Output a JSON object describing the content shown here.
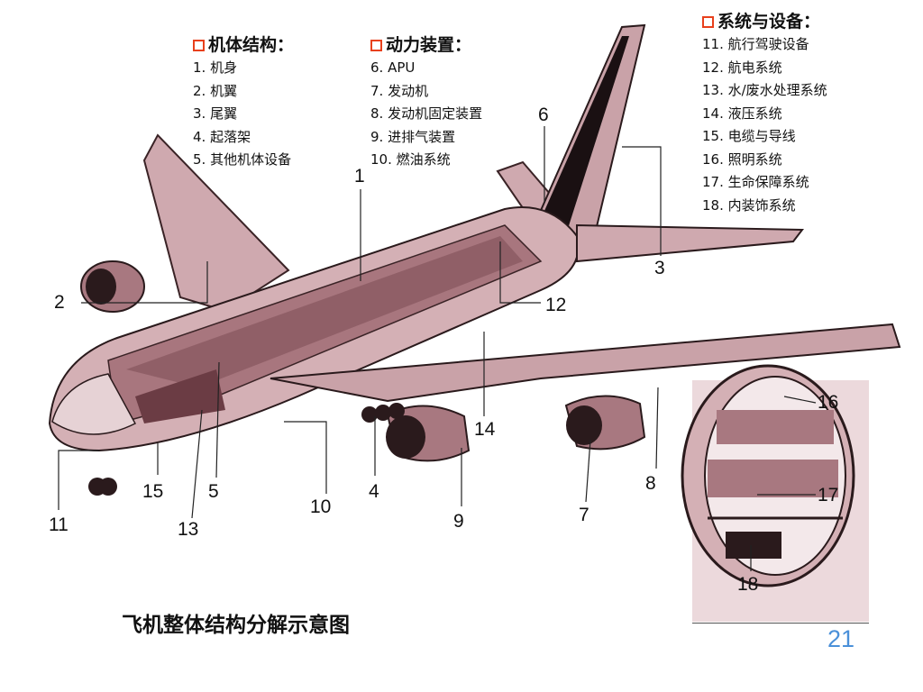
{
  "groups": [
    {
      "title": "机体结构：",
      "items": [
        "1. 机身",
        "2. 机翼",
        "3. 尾翼",
        "4. 起落架",
        "5. 其他机体设备"
      ]
    },
    {
      "title": "动力装置：",
      "items": [
        "6. APU",
        "7. 发动机",
        "8. 发动机固定装置",
        "9. 进排气装置",
        "10. 燃油系统"
      ]
    },
    {
      "title": "系统与设备：",
      "items": [
        "11. 航行驾驶设备",
        "12. 航电系统",
        "13. 水/废水处理系统",
        "14. 液压系统",
        "15. 电缆与导线",
        "16. 照明系统",
        "17. 生命保障系统",
        "18. 内装饰系统"
      ]
    }
  ],
  "callouts": [
    "1",
    "2",
    "3",
    "4",
    "5",
    "6",
    "7",
    "8",
    "9",
    "10",
    "11",
    "12",
    "13",
    "14",
    "15",
    "16",
    "17",
    "18"
  ],
  "caption": "飞机整体结构分解示意图",
  "page_number": "21",
  "colors": {
    "accent": "#e8401c",
    "aircraft": "#c9a2a8",
    "aircraft_dark": "#8a5a62",
    "page_number": "#4a90d9"
  }
}
